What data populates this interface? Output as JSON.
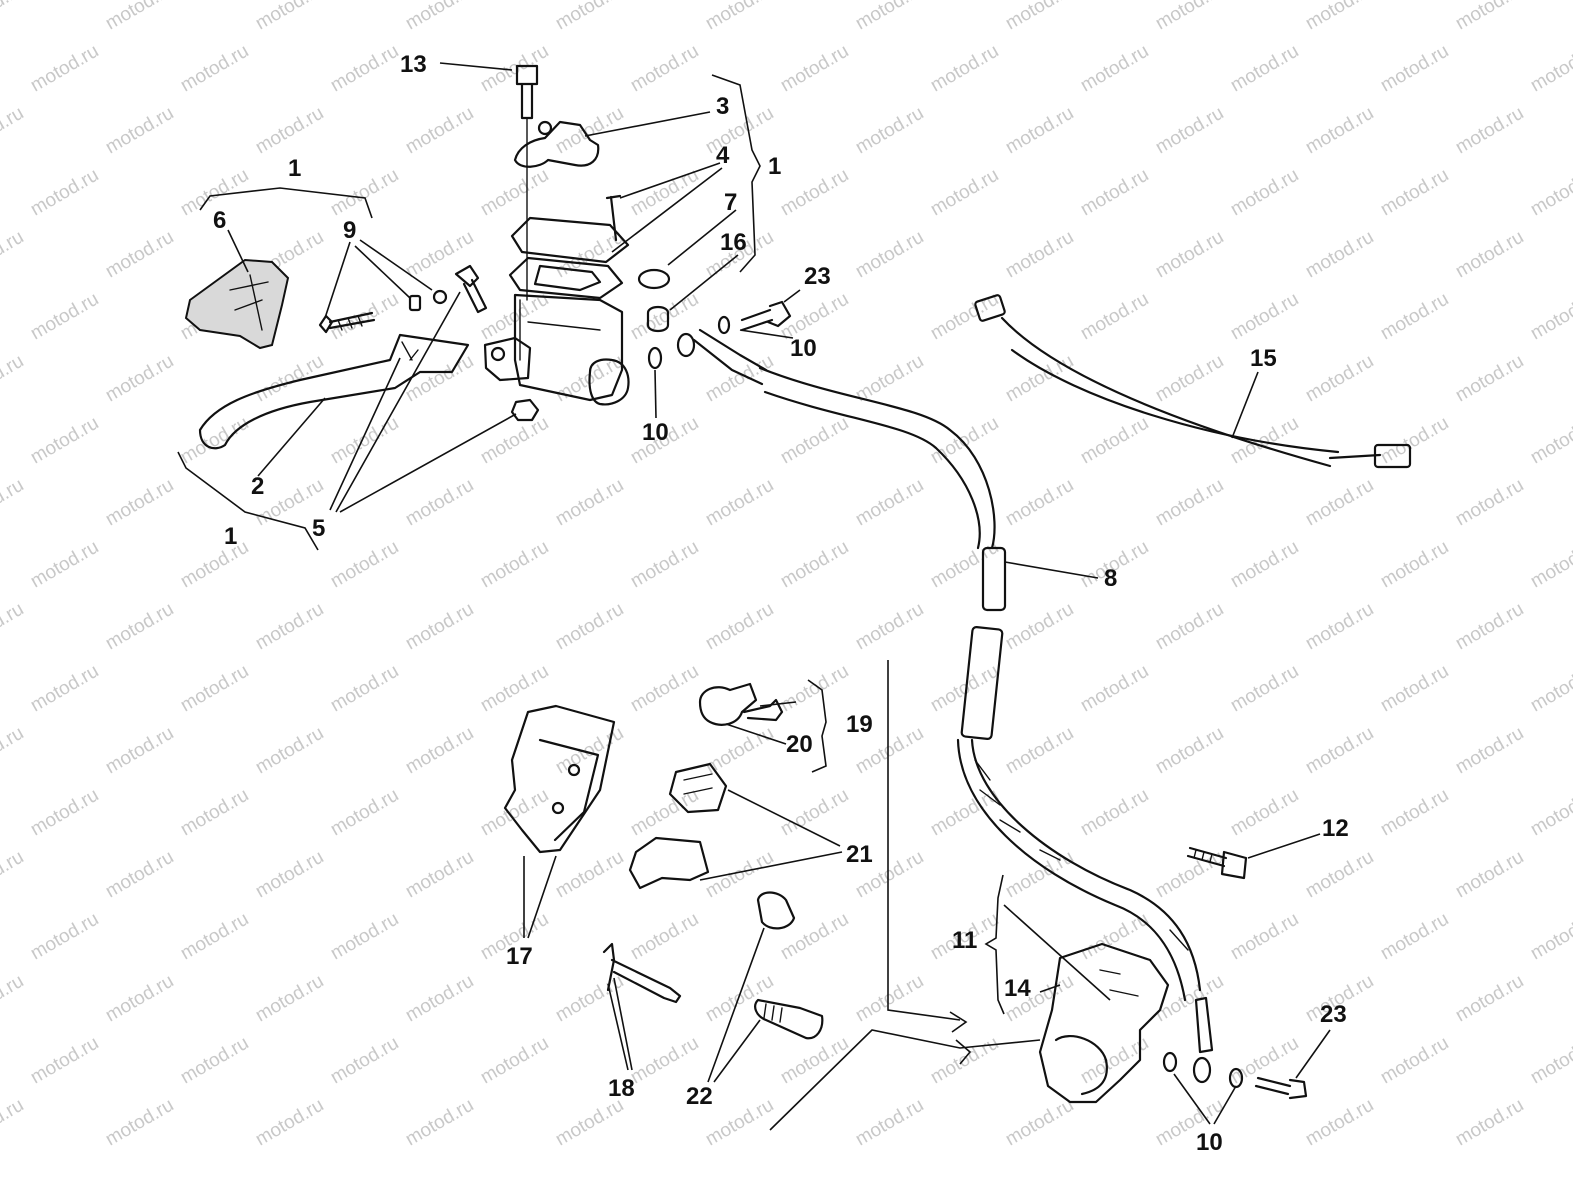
{
  "watermark": {
    "text": "motod.ru"
  },
  "callouts": [
    {
      "id": "c1a",
      "label": "1"
    },
    {
      "id": "c1b",
      "label": "1"
    },
    {
      "id": "c1c",
      "label": "1"
    },
    {
      "id": "c2",
      "label": "2"
    },
    {
      "id": "c3",
      "label": "3"
    },
    {
      "id": "c4",
      "label": "4"
    },
    {
      "id": "c5",
      "label": "5"
    },
    {
      "id": "c6",
      "label": "6"
    },
    {
      "id": "c7",
      "label": "7"
    },
    {
      "id": "c8",
      "label": "8"
    },
    {
      "id": "c9",
      "label": "9"
    },
    {
      "id": "c10a",
      "label": "10"
    },
    {
      "id": "c10b",
      "label": "10"
    },
    {
      "id": "c10c",
      "label": "10"
    },
    {
      "id": "c11",
      "label": "11"
    },
    {
      "id": "c12",
      "label": "12"
    },
    {
      "id": "c13",
      "label": "13"
    },
    {
      "id": "c14",
      "label": "14"
    },
    {
      "id": "c15",
      "label": "15"
    },
    {
      "id": "c16",
      "label": "16"
    },
    {
      "id": "c17",
      "label": "17"
    },
    {
      "id": "c18",
      "label": "18"
    },
    {
      "id": "c19",
      "label": "19"
    },
    {
      "id": "c20",
      "label": "20"
    },
    {
      "id": "c21",
      "label": "21"
    },
    {
      "id": "c22",
      "label": "22"
    },
    {
      "id": "c23a",
      "label": "23"
    },
    {
      "id": "c23b",
      "label": "23"
    }
  ]
}
